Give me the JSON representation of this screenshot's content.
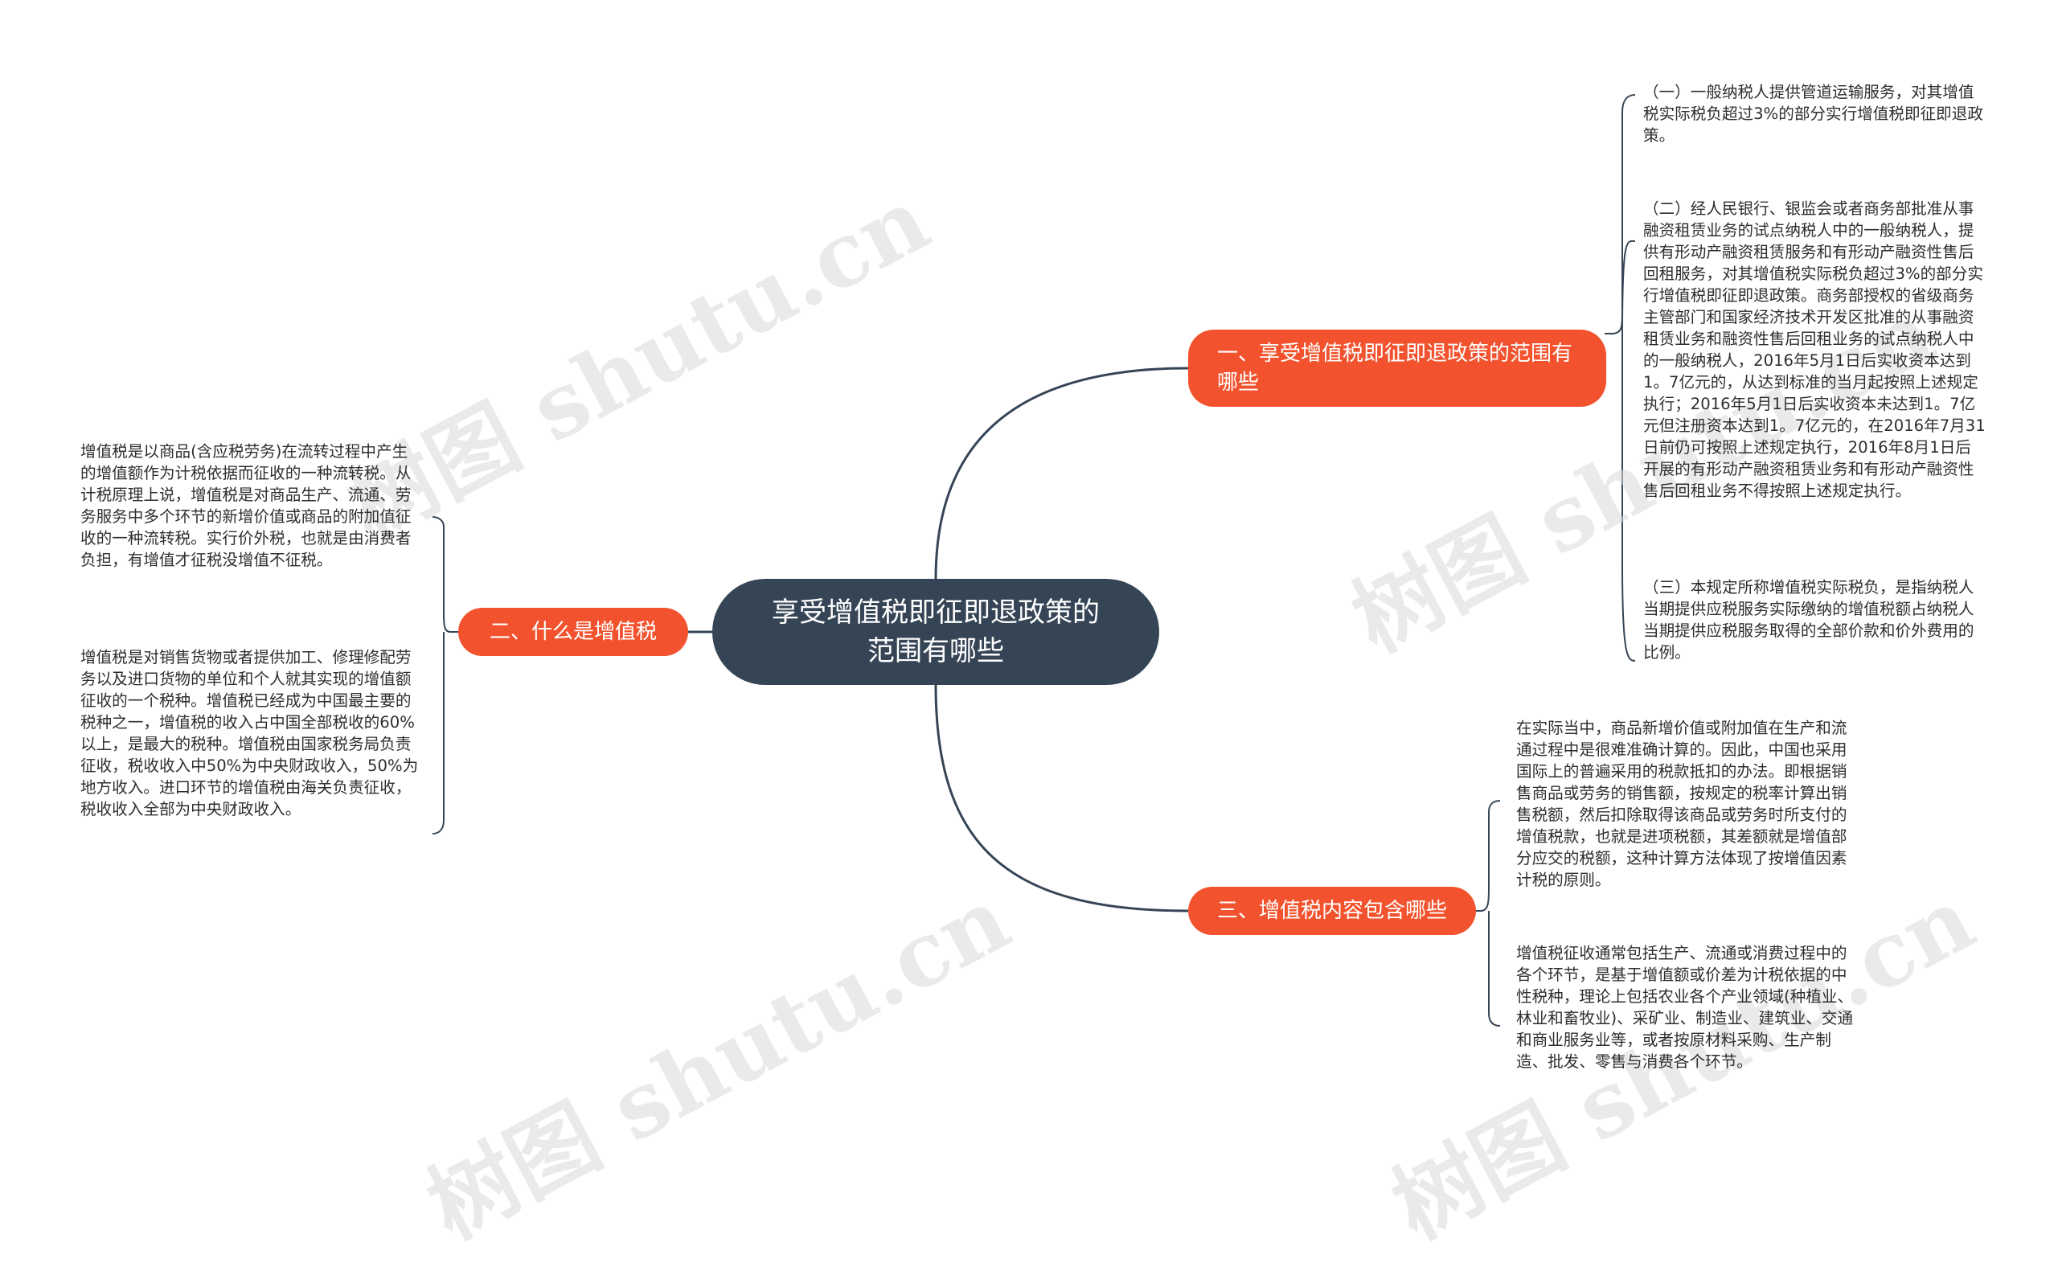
{
  "watermark": {
    "text": "树图 shutu.cn"
  },
  "root": {
    "label": "享受增值税即征即退政策的范围有哪些"
  },
  "branches": [
    {
      "label": "一、享受增值税即征即退政策的范围有哪些",
      "leaves": [
        "（一）一般纳税人提供管道运输服务，对其增值税实际税负超过3%的部分实行增值税即征即退政策。",
        "（二）经人民银行、银监会或者商务部批准从事融资租赁业务的试点纳税人中的一般纳税人，提供有形动产融资租赁服务和有形动产融资性售后回租服务，对其增值税实际税负超过3%的部分实行增值税即征即退政策。商务部授权的省级商务主管部门和国家经济技术开发区批准的从事融资租赁业务和融资性售后回租业务的试点纳税人中的一般纳税人，2016年5月1日后实收资本达到1。7亿元的，从达到标准的当月起按照上述规定执行；2016年5月1日后实收资本未达到1。7亿元但注册资本达到1。7亿元的，在2016年7月31日前仍可按照上述规定执行，2016年8月1日后开展的有形动产融资租赁业务和有形动产融资性售后回租业务不得按照上述规定执行。",
        "（三）本规定所称增值税实际税负，是指纳税人当期提供应税服务实际缴纳的增值税额占纳税人当期提供应税服务取得的全部价款和价外费用的比例。"
      ]
    },
    {
      "label": "二、什么是增值税",
      "leaves": [
        "增值税是以商品(含应税劳务)在流转过程中产生的增值额作为计税依据而征收的一种流转税。从计税原理上说，增值税是对商品生产、流通、劳务服务中多个环节的新增价值或商品的附加值征收的一种流转税。实行价外税，也就是由消费者负担，有增值才征税没增值不征税。",
        "增值税是对销售货物或者提供加工、修理修配劳务以及进口货物的单位和个人就其实现的增值额征收的一个税种。增值税已经成为中国最主要的税种之一，增值税的收入占中国全部税收的60%以上，是最大的税种。增值税由国家税务局负责征收，税收收入中50%为中央财政收入，50%为地方收入。进口环节的增值税由海关负责征收，税收收入全部为中央财政收入。"
      ]
    },
    {
      "label": "三、增值税内容包含哪些",
      "leaves": [
        "在实际当中，商品新增价值或附加值在生产和流通过程中是很难准确计算的。因此，中国也采用国际上的普遍采用的税款抵扣的办法。即根据销售商品或劳务的销售额，按规定的税率计算出销售税额，然后扣除取得该商品或劳务时所支付的增值税款，也就是进项税额，其差额就是增值部分应交的税额，这种计算方法体现了按增值因素计税的原则。",
        "增值税征收通常包括生产、流通或消费过程中的各个环节，是基于增值额或价差为计税依据的中性税种，理论上包括农业各个产业领域(种植业、林业和畜牧业)、采矿业、制造业、建筑业、交通和商业服务业等，或者按原材料采购、生产制造、批发、零售与消费各个环节。"
      ]
    }
  ],
  "colors": {
    "root": "#364556",
    "branch": "#f2532e",
    "line": "#364556"
  }
}
